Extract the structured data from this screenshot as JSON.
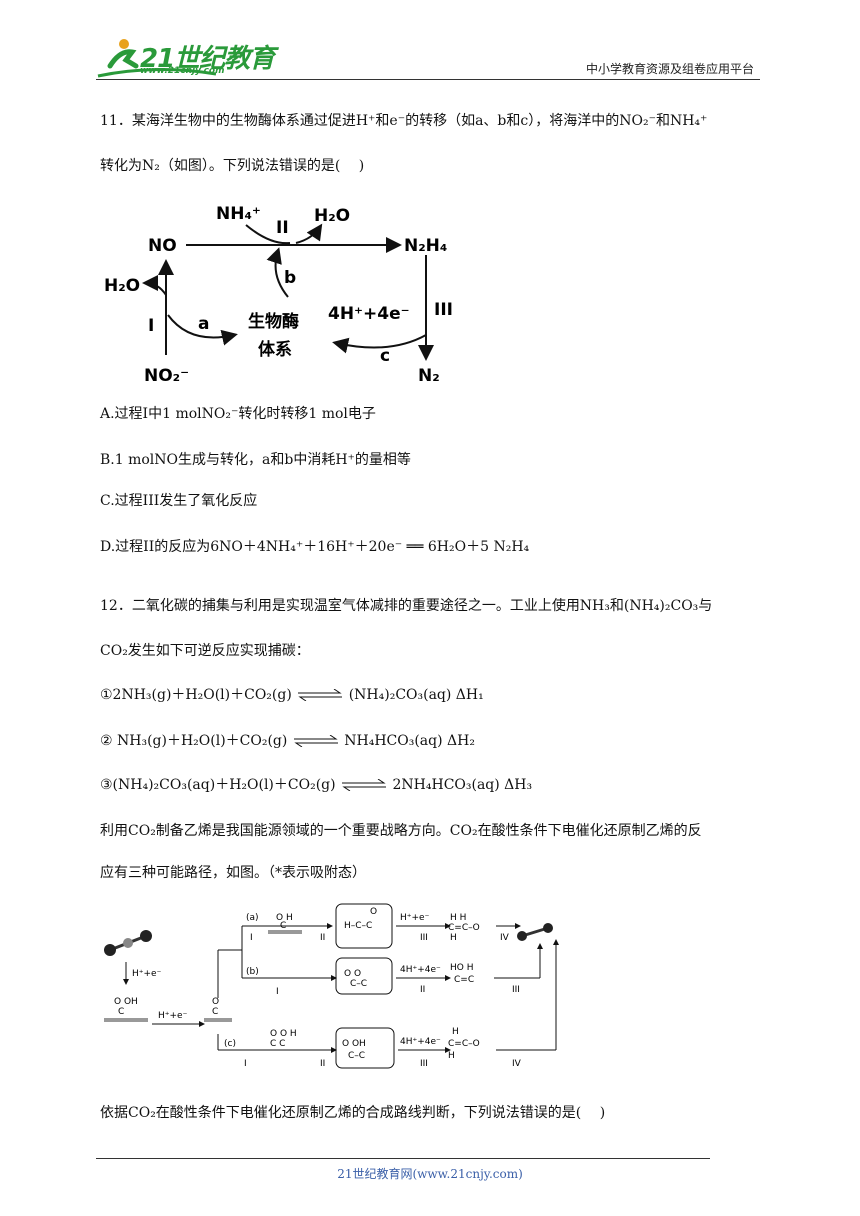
{
  "header": {
    "logo_text": "21世纪教育",
    "logo_url": "www.21cnjy.com",
    "right_text": "中小学教育资源及组卷应用平台"
  },
  "q11": {
    "line1": "11．某海洋生物中的生物酶体系通过促进H⁺和e⁻的转移（如a、b和c），将海洋中的NO₂⁻和NH₄⁺",
    "line2": "转化为N₂（如图）。下列说法错误的是(　 )",
    "diagram": {
      "NO": "NO",
      "NH4": "NH₄⁺",
      "II": "II",
      "H2O_top": "H₂O",
      "N2H4": "N₂H₄",
      "b": "b",
      "H2O_left": "H₂O",
      "I": "I",
      "a": "a",
      "enzyme1": "生物酶",
      "enzyme2": "体系",
      "electrons": "4H⁺+4e⁻",
      "III": "III",
      "c": "c",
      "NO2": "NO₂⁻",
      "N2": "N₂"
    },
    "A": "A.过程I中1 molNO₂⁻转化时转移1 mol电子",
    "B": "B.1 molNO生成与转化，a和b中消耗H⁺的量相等",
    "C": "C.过程III发生了氧化反应",
    "D": "D.过程II的反应为6NO＋4NH₄⁺＋16H⁺＋20e⁻ ══ 6H₂O＋5 N₂H₄"
  },
  "q12": {
    "line1": "12．二氧化碳的捕集与利用是实现温室气体减排的重要途径之一。工业上使用NH₃和(NH₄)₂CO₃与",
    "line2": "CO₂发生如下可逆反应实现捕碳：",
    "eq1_left": "①2NH₃(g)＋H₂O(l)＋CO₂(g)",
    "eq1_right": "(NH₄)₂CO₃(aq) ΔH₁",
    "eq2_left": "② NH₃(g)＋H₂O(l)＋CO₂(g)",
    "eq2_right": "NH₄HCO₃(aq) ΔH₂",
    "eq3_left": "③(NH₄)₂CO₃(aq)＋H₂O(l)＋CO₂(g)",
    "eq3_right": "2NH₄HCO₃(aq) ΔH₃",
    "para1": "利用CO₂制备乙烯是我国能源领域的一个重要战略方向。CO₂在酸性条件下电催化还原制乙烯的反",
    "para2": "应有三种可能路径，如图。（*表示吸附态）",
    "diagram": {
      "hpe_left": "H⁺+e⁻",
      "hpe_mid": "H⁺+e⁻",
      "hpe_a": "H⁺+e⁻",
      "four_b": "4H⁺+4e⁻",
      "four_c": "4H⁺+4e⁻",
      "a": "(a)",
      "b": "(b)",
      "c": "(c)",
      "I": "I",
      "II": "II",
      "III": "III",
      "IV": "IV"
    },
    "question": "依据CO₂在酸性条件下电催化还原制乙烯的合成路线判断，下列说法错误的是(　 )"
  },
  "footer": {
    "text": "21世纪教育网(www.21cnjy.com)"
  }
}
